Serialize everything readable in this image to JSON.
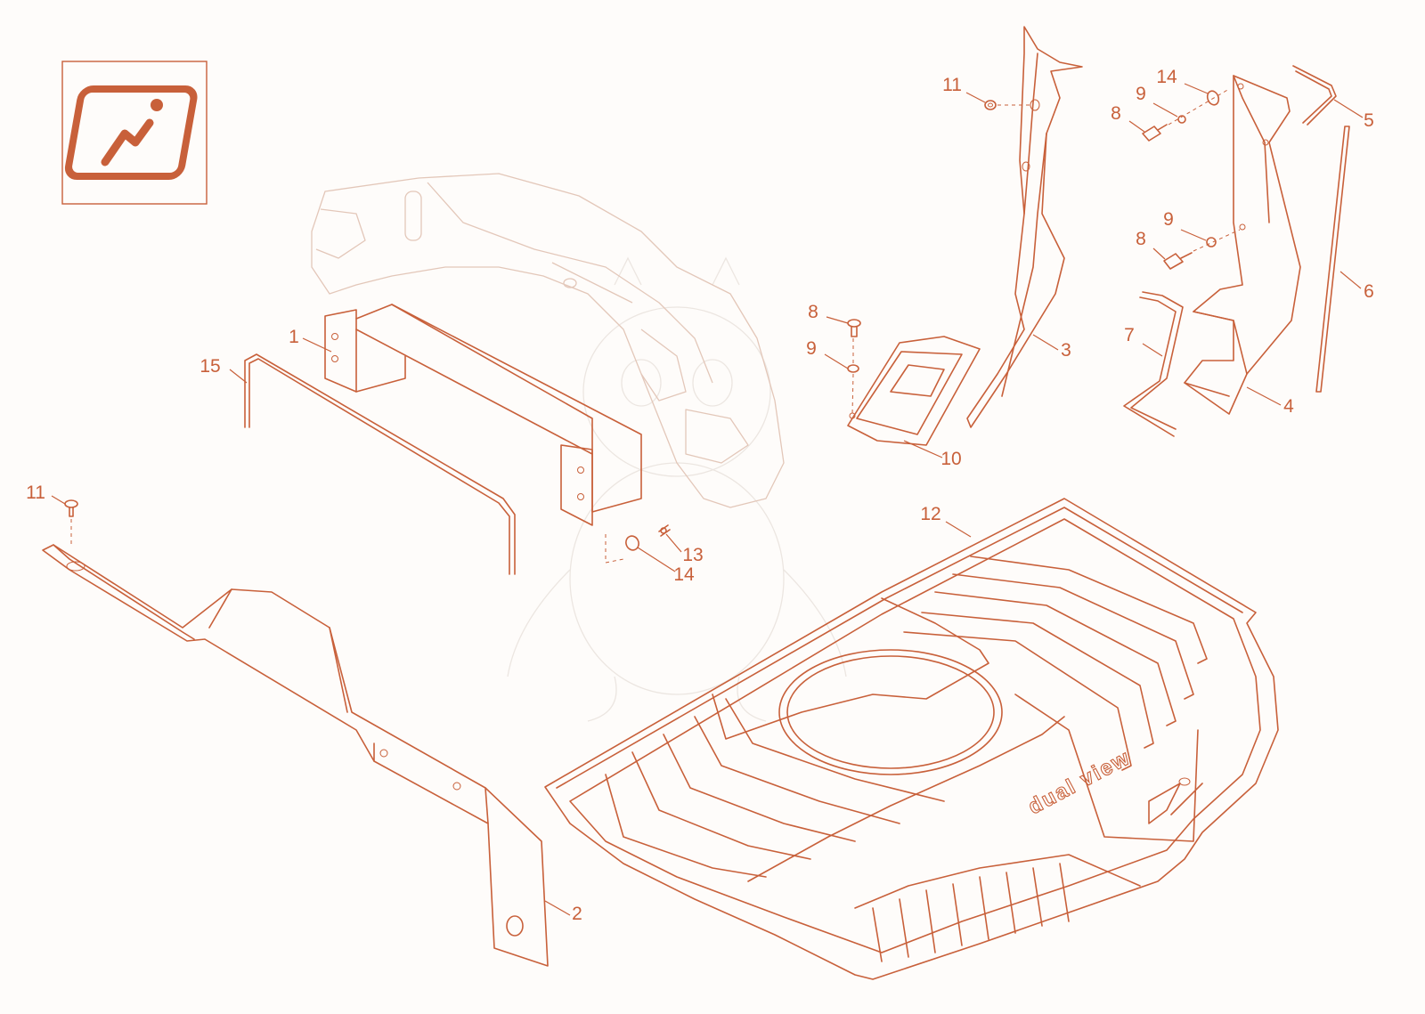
{
  "diagram": {
    "colors": {
      "accent": "#c8603a",
      "ghost": "#e3c7b9",
      "background": "#fefcfa"
    },
    "icon": "seat-icon",
    "brand_text": "dual view",
    "callouts": [
      {
        "id": "c1",
        "label": "1"
      },
      {
        "id": "c15",
        "label": "15"
      },
      {
        "id": "c11a",
        "label": "11"
      },
      {
        "id": "c13",
        "label": "13"
      },
      {
        "id": "c14a",
        "label": "14"
      },
      {
        "id": "c2",
        "label": "2"
      },
      {
        "id": "c8a",
        "label": "8"
      },
      {
        "id": "c9a",
        "label": "9"
      },
      {
        "id": "c10",
        "label": "10"
      },
      {
        "id": "c11b",
        "label": "11"
      },
      {
        "id": "c3",
        "label": "3"
      },
      {
        "id": "c14b",
        "label": "14"
      },
      {
        "id": "c9b",
        "label": "9"
      },
      {
        "id": "c8b",
        "label": "8"
      },
      {
        "id": "c9c",
        "label": "9"
      },
      {
        "id": "c8c",
        "label": "8"
      },
      {
        "id": "c5",
        "label": "5"
      },
      {
        "id": "c6",
        "label": "6"
      },
      {
        "id": "c7",
        "label": "7"
      },
      {
        "id": "c4",
        "label": "4"
      },
      {
        "id": "c12",
        "label": "12"
      }
    ]
  }
}
